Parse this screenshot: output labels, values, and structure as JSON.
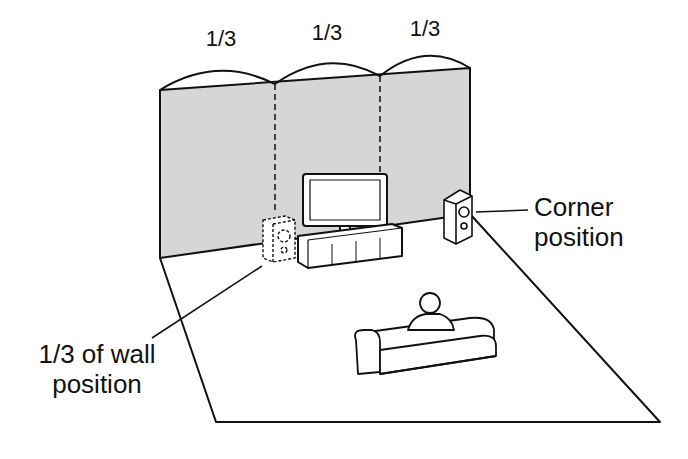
{
  "diagram": {
    "labels": [
      "1/3",
      "1/3",
      "1/3",
      "1/3 of wall position",
      "Corner position"
    ]
  }
}
